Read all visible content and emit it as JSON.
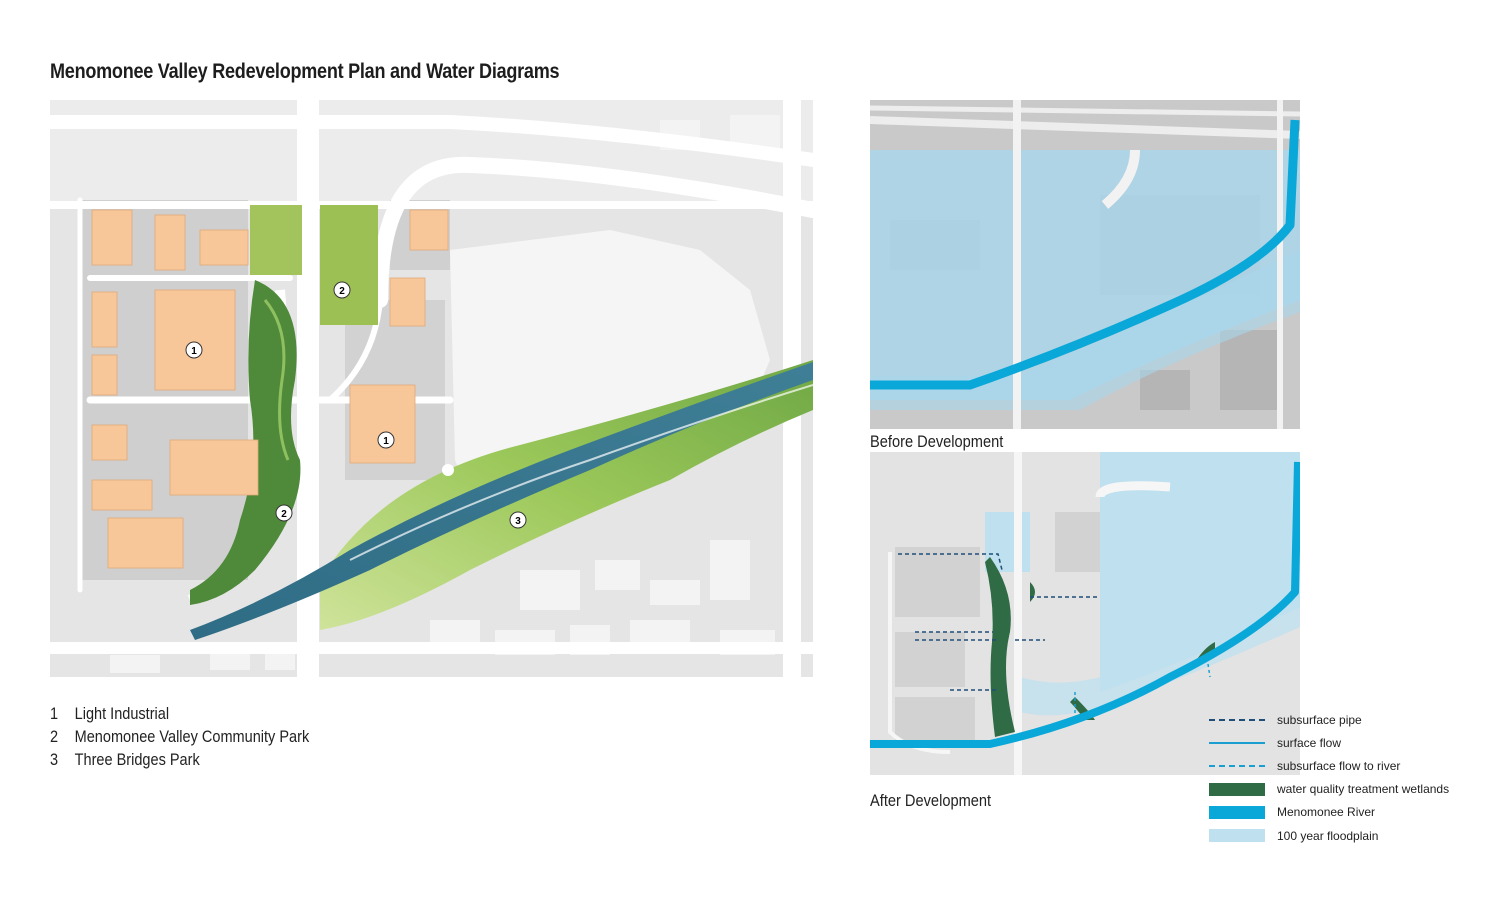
{
  "title": "Menomonee Valley Redevelopment Plan and Water Diagrams",
  "plan_markers": {
    "m1a": "1",
    "m1b": "1",
    "m2a": "2",
    "m2b": "2",
    "m3": "3"
  },
  "key": [
    {
      "number": "1",
      "label": "Light Industrial"
    },
    {
      "number": "2",
      "label": "Menomonee Valley Community Park"
    },
    {
      "number": "3",
      "label": "Three Bridges Park"
    }
  ],
  "captions": {
    "before": "Before Development",
    "after": "After Development"
  },
  "legend": [
    {
      "label": "subsurface pipe",
      "style": "dashed-line",
      "color": "#1f4e79"
    },
    {
      "label": "surface flow",
      "style": "solid-line",
      "color": "#1b9fd0"
    },
    {
      "label": "subsurface flow to river",
      "style": "dashed-line",
      "color": "#1b9fd0"
    },
    {
      "label": "water quality treatment wetlands",
      "style": "fill",
      "color": "#2f6b45"
    },
    {
      "label": "Menomonee River",
      "style": "fill",
      "color": "#0aa8d8"
    },
    {
      "label": "100 year floodplain",
      "style": "fill",
      "color": "#bfe0ef"
    }
  ],
  "colors": {
    "building": "#f7c79a",
    "park_green": "#7fb84a",
    "river": "#0aa8d8",
    "floodplain": "#a9d4e8",
    "wetland": "#2f6b45",
    "ground": "#e4e4e4"
  }
}
